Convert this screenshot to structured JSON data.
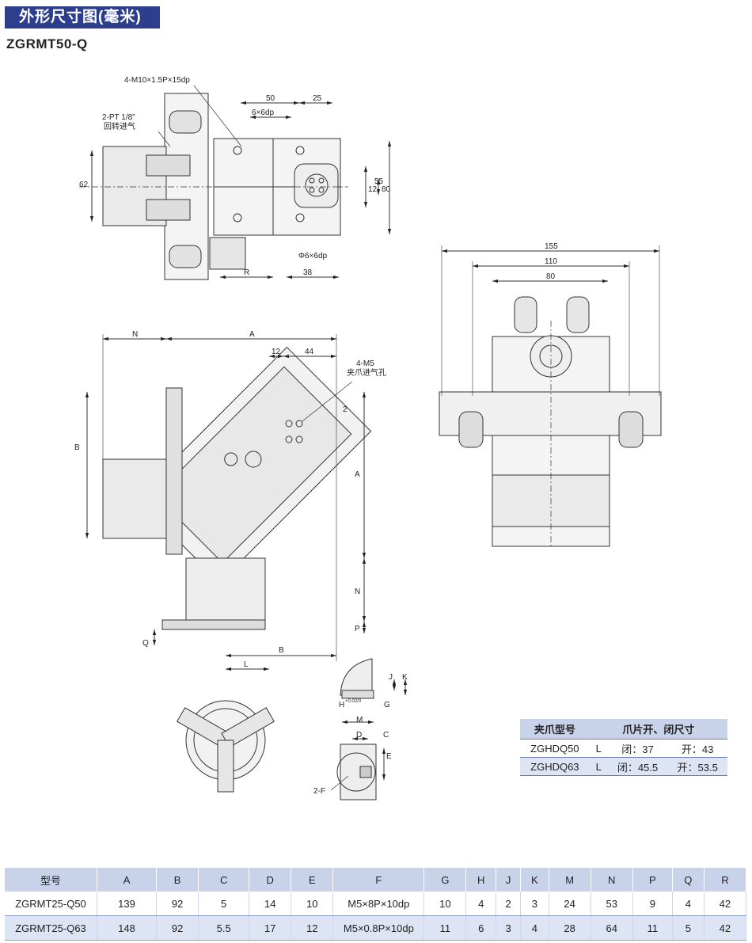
{
  "header": {
    "title": "外形尺寸图(毫米)",
    "model": "ZGRMT50-Q"
  },
  "labels": {
    "thread_top": "4-M10×1.5P×15dp",
    "dim_50": "50",
    "dim_25": "25",
    "key_6x6": "6×6dp",
    "pt_port": "2-PT 1/8\"",
    "rotary_air": "回转进气",
    "dim_62": "62",
    "dim_12": "12",
    "dim_55": "55",
    "dim_80": "80",
    "phi6": "Φ6×6dp",
    "dim_R": "R",
    "dim_38": "38",
    "dim_155": "155",
    "dim_110": "110",
    "dim_80b": "80",
    "dim_N": "N",
    "dim_A": "A",
    "dim_12b": "12",
    "dim_44": "44",
    "m5": "4-M5",
    "jaw_air": "夹爪进气孔",
    "dim_2": "2",
    "dim_B": "B",
    "dim_Ar": "A",
    "dim_Nr": "N",
    "dim_P": "P",
    "dim_Q": "Q",
    "dim_Bb": "B",
    "dim_L": "L",
    "dim_J": "J",
    "dim_K": "K",
    "dim_H": "H",
    "h_tol": "+0.02/0",
    "dim_G": "G",
    "dim_M": "M",
    "dim_D": "D",
    "dim_C": "C",
    "dim_E": "E",
    "dim_2F": "2-F"
  },
  "jaw_table": {
    "headers": [
      "夹爪型号",
      "爪片开、闭尺寸"
    ],
    "rows": [
      {
        "model": "ZGHDQ50",
        "unit": "L",
        "closed": "闭：37",
        "open": "开：43"
      },
      {
        "model": "ZGHDQ63",
        "unit": "L",
        "closed": "闭：45.5",
        "open": "开：53.5"
      }
    ]
  },
  "spec_table": {
    "headers": [
      "型号",
      "A",
      "B",
      "C",
      "D",
      "E",
      "F",
      "G",
      "H",
      "J",
      "K",
      "M",
      "N",
      "P",
      "Q",
      "R"
    ],
    "rows": [
      [
        "ZGRMT25-Q50",
        "139",
        "92",
        "5",
        "14",
        "10",
        "M5×8P×10dp",
        "10",
        "4",
        "2",
        "3",
        "24",
        "53",
        "9",
        "4",
        "42"
      ],
      [
        "ZGRMT25-Q63",
        "148",
        "92",
        "5.5",
        "17",
        "12",
        "M5×0.8P×10dp",
        "11",
        "6",
        "3",
        "4",
        "28",
        "64",
        "11",
        "5",
        "42"
      ]
    ]
  }
}
